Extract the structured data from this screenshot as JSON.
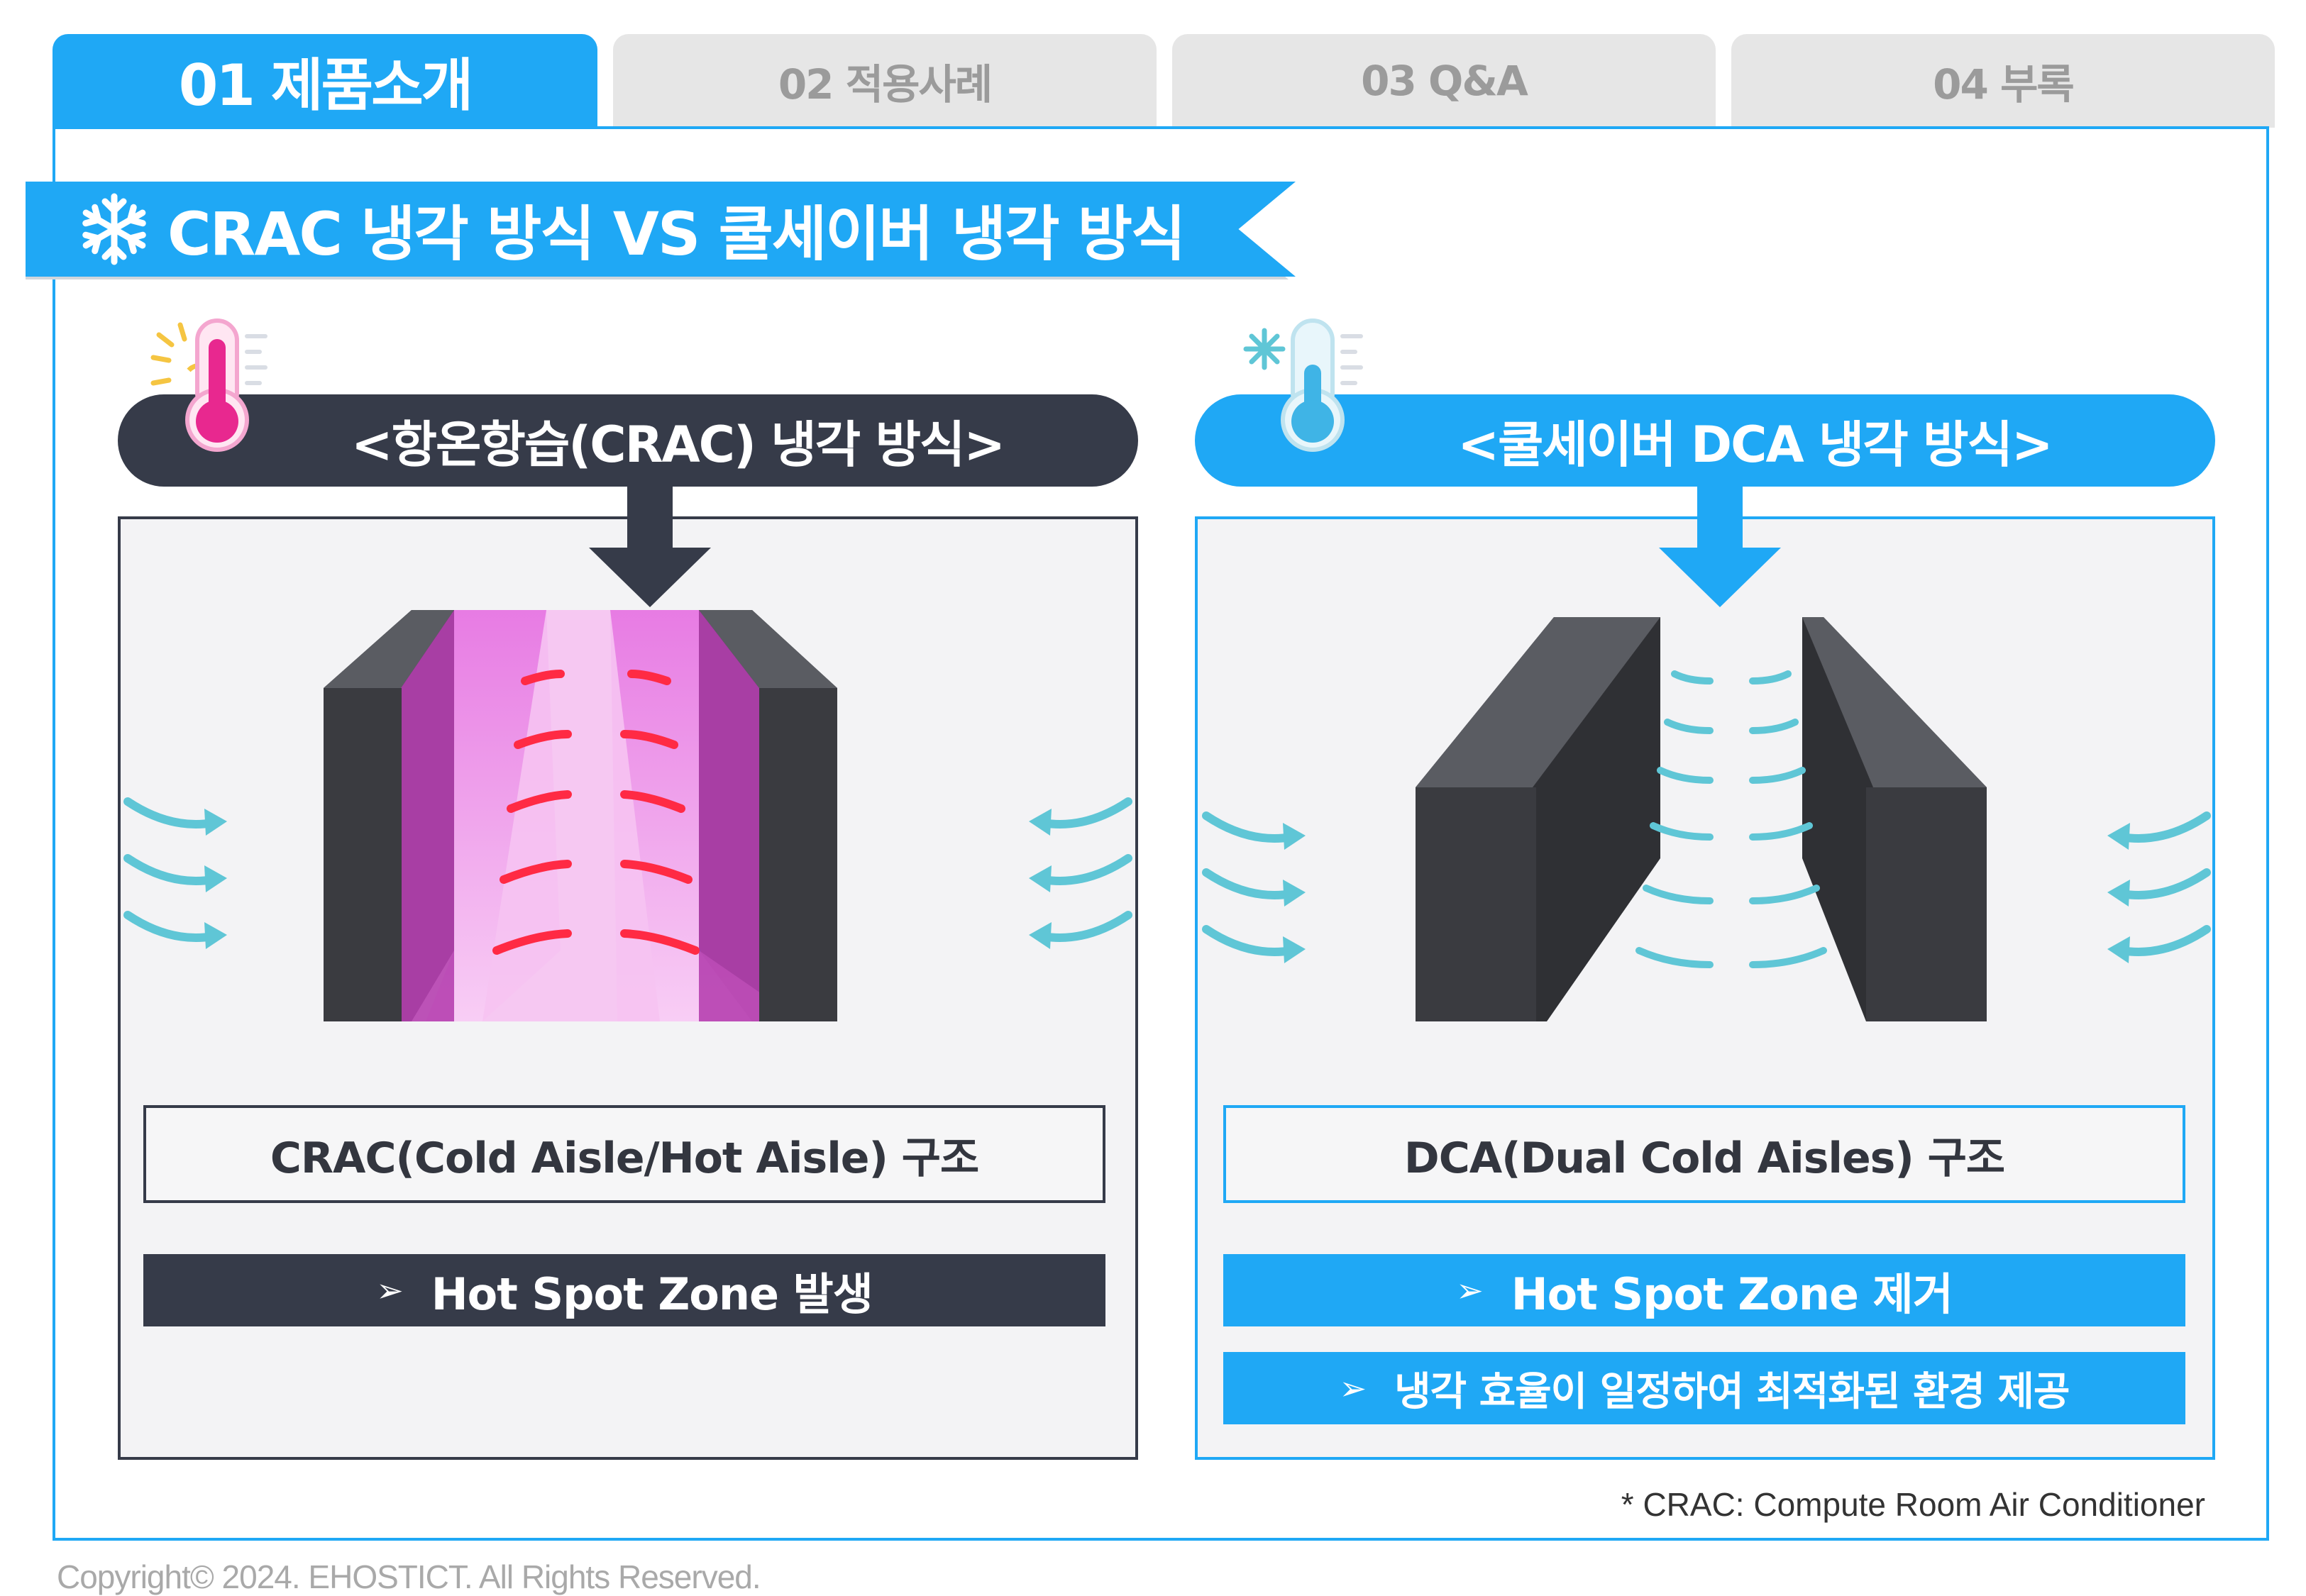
{
  "tabs": [
    {
      "label": "01 제품소개",
      "active": true
    },
    {
      "label": "02 적용사례",
      "active": false
    },
    {
      "label": "03 Q&A",
      "active": false
    },
    {
      "label": "04 부록",
      "active": false
    }
  ],
  "title": "CRAC 냉각 방식 VS 쿨세이버 냉각 방식",
  "left": {
    "heading": "<항온항습(CRAC) 냉각 방식>",
    "structure": "CRAC(Cold Aisle/Hot Aisle) 구조",
    "bullets": [
      "Hot Spot Zone 발생"
    ]
  },
  "right": {
    "heading": "<쿨세이버 DCA 냉각 방식>",
    "structure": "DCA(Dual Cold Aisles) 구조",
    "bullets": [
      "Hot Spot Zone 제거",
      "냉각 효율이 일정하여 최적화된 환경 제공"
    ]
  },
  "footnote": "* CRAC: Compute Room Air Conditioner",
  "copyright": "Copyright© 2024. EHOSTICT. All Rights Reserved.",
  "bullet_glyph": "➢",
  "icons": {
    "title": "snowflake-icon",
    "left_heading": "hot-thermometer-icon",
    "right_heading": "cold-thermometer-icon"
  },
  "colors": {
    "accent": "#1fa8f5",
    "dark": "#363b49",
    "hot_zone": "#cc33cc",
    "cool_air": "#5fc6d6",
    "hot_air": "#ff2a44"
  }
}
